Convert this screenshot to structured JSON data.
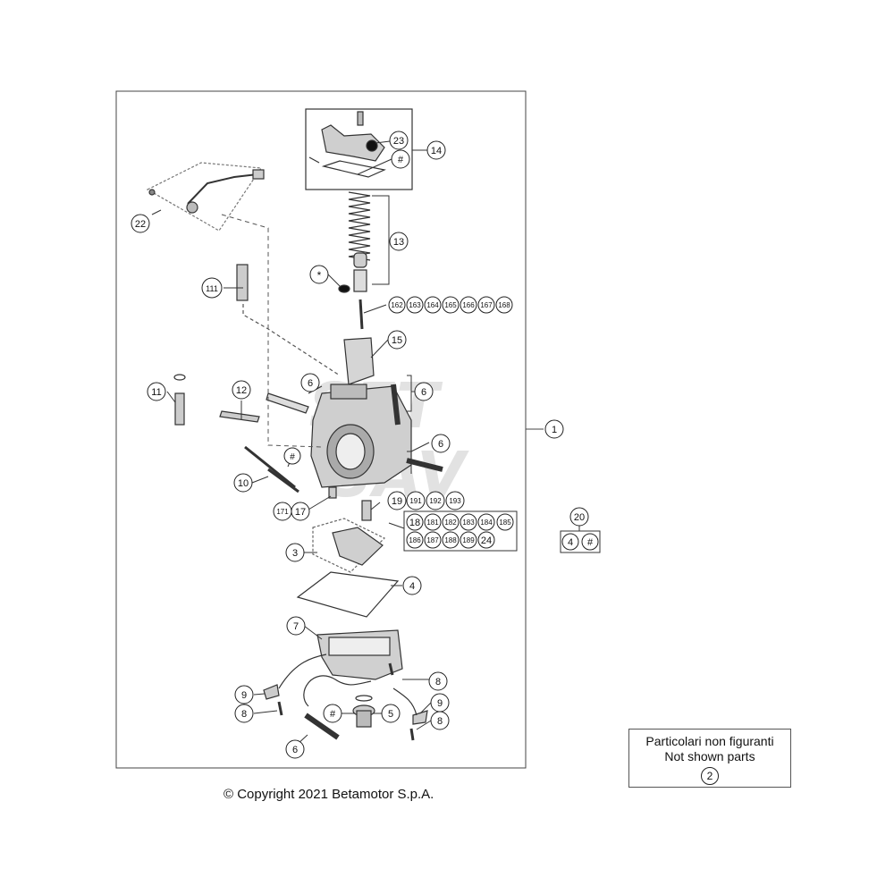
{
  "diagram": {
    "callouts": {
      "c1": "1",
      "c2": "2",
      "c3": "3",
      "c4": "4",
      "c5": "5",
      "c6a": "6",
      "c6b": "6",
      "c6c": "6",
      "c6d": "6",
      "c7": "7",
      "c8a": "8",
      "c8b": "8",
      "c8c": "8",
      "c9a": "9",
      "c9b": "9",
      "c10": "10",
      "c11": "11",
      "c12": "12",
      "c13": "13",
      "c14": "14",
      "c15": "15",
      "c17": "17",
      "c171": "171",
      "c19": "19",
      "c191": "191",
      "c192": "192",
      "c193": "193",
      "c18": "18",
      "c181": "181",
      "c182": "182",
      "c183": "183",
      "c184": "184",
      "c185": "185",
      "c186": "186",
      "c187": "187",
      "c188": "188",
      "c189": "189",
      "c24": "24",
      "c20": "20",
      "c20a": "4",
      "c20b": "#",
      "c22": "22",
      "c23": "23",
      "c111": "111",
      "c162": "162",
      "c163": "163",
      "c164": "164",
      "c165": "165",
      "c166": "166",
      "c167": "167",
      "c168": "168",
      "hash14": "#",
      "hash10": "#",
      "hash5": "#",
      "star": "*"
    }
  },
  "legend": {
    "line1": "Particolari non figuranti",
    "line2": "Not shown parts",
    "number": "2"
  },
  "copyright": "© Copyright 2021 Betamotor S.p.A."
}
